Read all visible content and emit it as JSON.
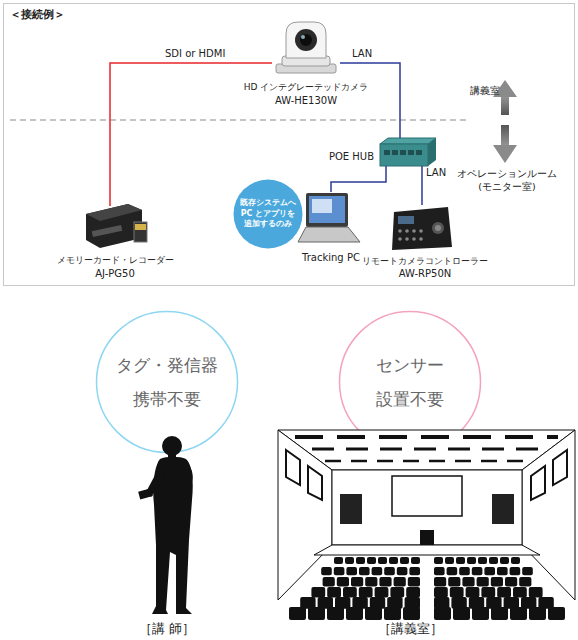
{
  "diagram": {
    "title": "＜接続例＞",
    "nodes": [
      {
        "text": [
          "HD インテグレーテッドカメラ",
          "AW-HE130W"
        ]
      },
      {
        "text": [
          "メモリーカード・レコーダー",
          "AJ-PG50"
        ]
      },
      {
        "text": [
          "POE HUB"
        ]
      },
      {
        "text": [
          "既存システムへ PC とアプリを 追加するのみ"
        ]
      },
      {
        "text": [
          "Tracking PC"
        ]
      },
      {
        "text": [
          "リモートカメラコントローラー",
          "AW-RP50N"
        ]
      },
      {
        "text": [
          "タグ・発信器 携帯不要"
        ]
      },
      {
        "text": [
          "センサー 設置不要"
        ]
      }
    ],
    "edges": [
      {
        "from": 0,
        "to": 1,
        "arrow": "none",
        "label": "SDI or HDMI"
      },
      {
        "from": 0,
        "to": 2,
        "arrow": "none",
        "label": "LAN"
      },
      {
        "from": 2,
        "to": 4,
        "arrow": "none"
      },
      {
        "from": 2,
        "to": 5,
        "arrow": "none",
        "label": "LAN"
      }
    ],
    "labels": [
      "講義室",
      "オペレーションルーム (モニター室)",
      "［講 師］",
      "［講義室］"
    ]
  }
}
